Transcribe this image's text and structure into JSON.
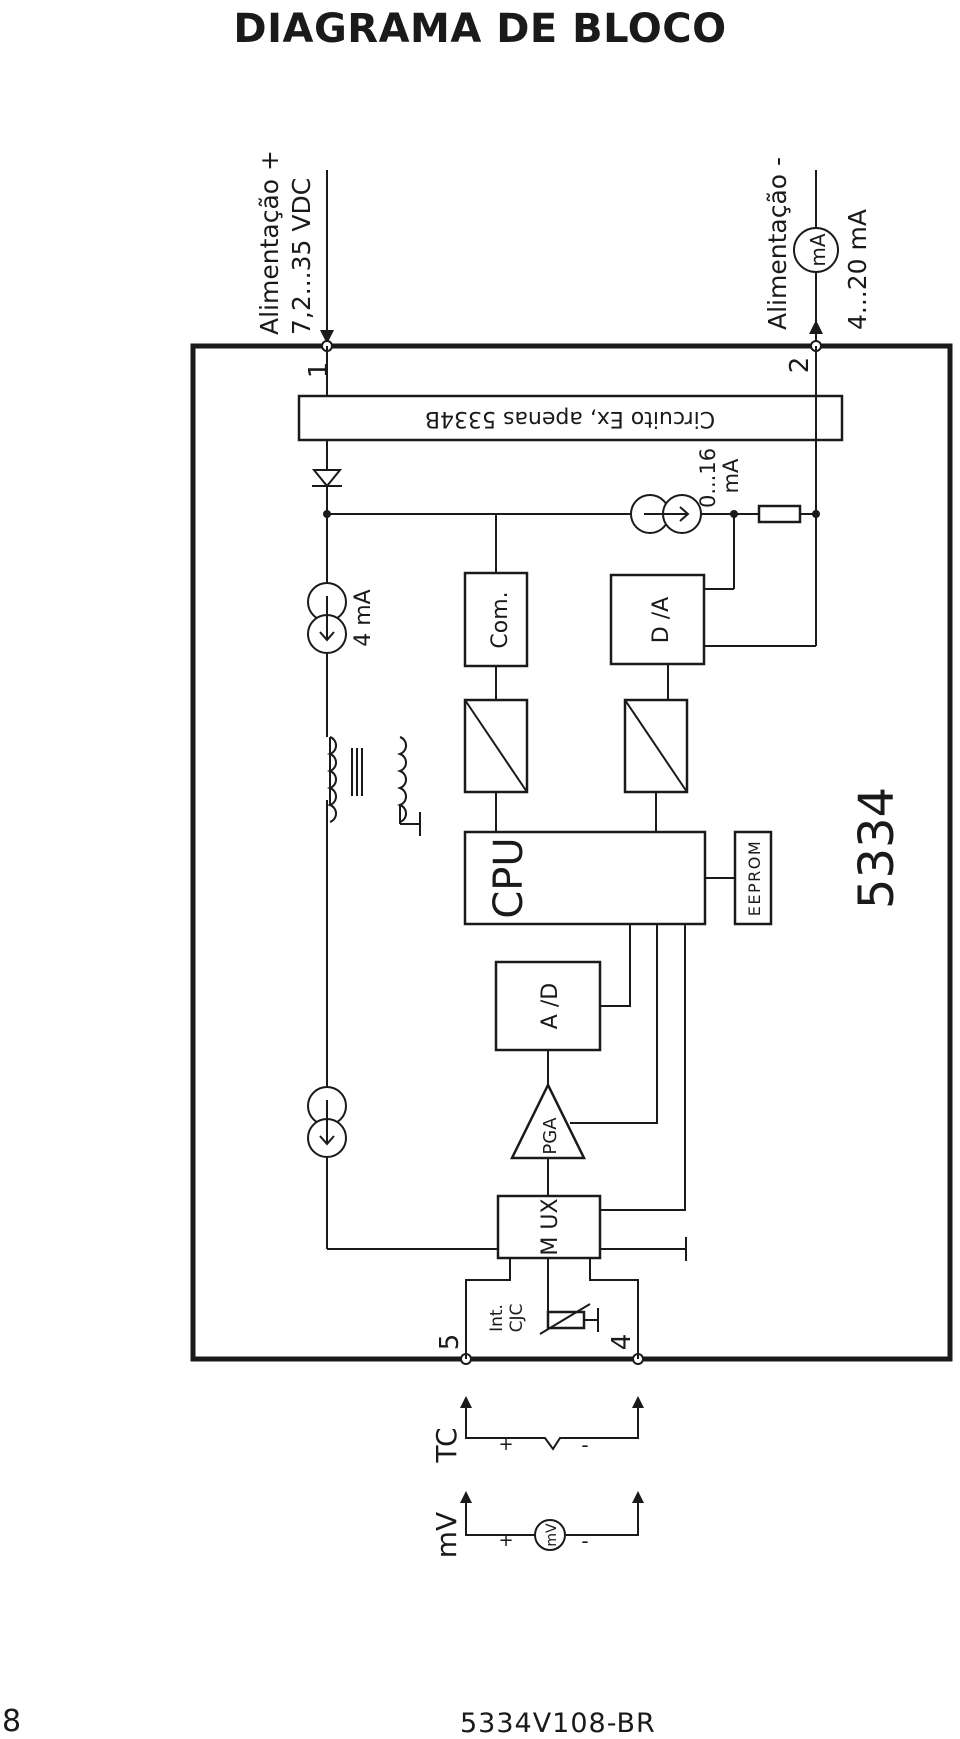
{
  "title": "DIAGRAMA DE BLOCO",
  "footer": {
    "page_number": "8",
    "doc_code": "5334V108-BR"
  },
  "supply": {
    "plus_label": "Alimentação +",
    "plus_voltage": "7,2...35 VDC",
    "minus_label": "Alimentação -",
    "meter_label": "mA",
    "current_range": "4...20 mA"
  },
  "terminals": {
    "t1": "1",
    "t2": "2",
    "t4": "4",
    "t5": "5"
  },
  "blocks": {
    "ex_circuit": "Circuito Ex, apenas 5334B",
    "current_source_4ma": "4 mA",
    "current_source_16ma_line1": "0...16",
    "current_source_16ma_line2": "mA",
    "com": "Com.",
    "da": "D /A",
    "cpu": "CPU",
    "eeprom": "EEPROM",
    "ad": "A /D",
    "pga": "PGA",
    "mux": "M UX",
    "cjc_line1": "Int.",
    "cjc_line2": "CJC",
    "model": "5334"
  },
  "inputs": {
    "tc_label": "TC",
    "mv_label": "mV",
    "mv_source": "mV",
    "plus": "+",
    "minus": "-"
  }
}
